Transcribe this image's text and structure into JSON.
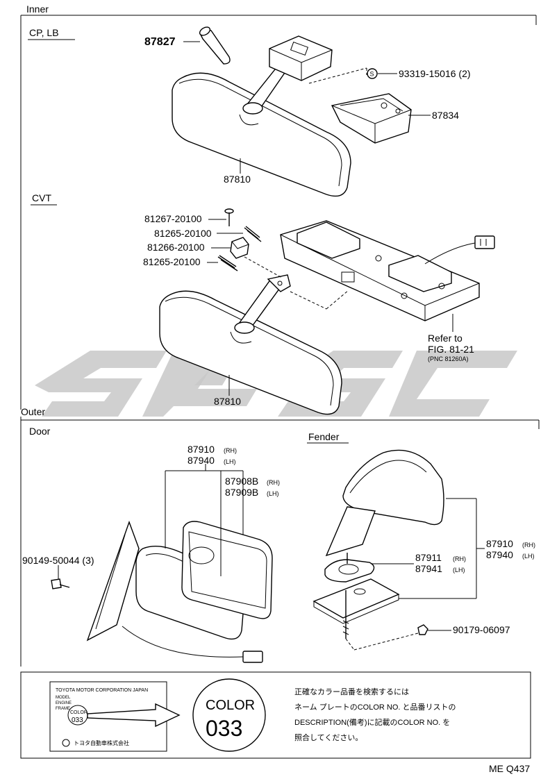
{
  "sections": {
    "inner": "Inner",
    "cp_lb": "CP, LB",
    "cvt": "CVT",
    "outer": "Outer",
    "door": "Door",
    "fender": "Fender"
  },
  "parts": {
    "p87827": "87827",
    "p93319": "93319-15016 (2)",
    "p87834": "87834",
    "p87810_a": "87810",
    "p81267": "81267-20100",
    "p81265_a": "81265-20100",
    "p81266": "81266-20100",
    "p81265_b": "81265-20100",
    "p87810_b": "87810",
    "door_87910": "87910",
    "door_87910_side": "(RH)",
    "door_87940": "87940",
    "door_87940_side": "(LH)",
    "p87908b": "87908B",
    "p87908b_side": "(RH)",
    "p87909b": "87909B",
    "p87909b_side": "(LH)",
    "p90149": "90149-50044 (3)",
    "fender_87910": "87910",
    "fender_87910_side": "(RH)",
    "fender_87940": "87940",
    "fender_87940_side": "(LH)",
    "p87911": "87911",
    "p87911_side": "(RH)",
    "p87941": "87941",
    "p87941_side": "(LH)",
    "p90179": "90179-06097"
  },
  "symbols": {
    "s_marker": "S"
  },
  "refer": {
    "line1": "Refer to",
    "line2": "FIG. 81-21",
    "line3": "(PNC 81260A)"
  },
  "color_note": {
    "plate_line1": "TOYOTA MOTOR CORPORATION JAPAN",
    "plate_model": "MODEL",
    "plate_engine": "ENGINE",
    "plate_frame": "FRAME",
    "plate_color_word": "COLOR",
    "plate_color_code": "033",
    "plate_bottom": "トヨタ自動車株式会社",
    "badge_color": "COLOR",
    "badge_code": "033",
    "jp_line1": "正確なカラー品番を検索するには",
    "jp_line2": "ネーム プレートのCOLOR NO. と品番リストの",
    "jp_line3": "DESCRIPTION(備考)に記載のCOLOR NO. を",
    "jp_line4": "照合してください。"
  },
  "figure_code": "ME Q437",
  "watermark": {
    "color": "#c8c8c8"
  }
}
